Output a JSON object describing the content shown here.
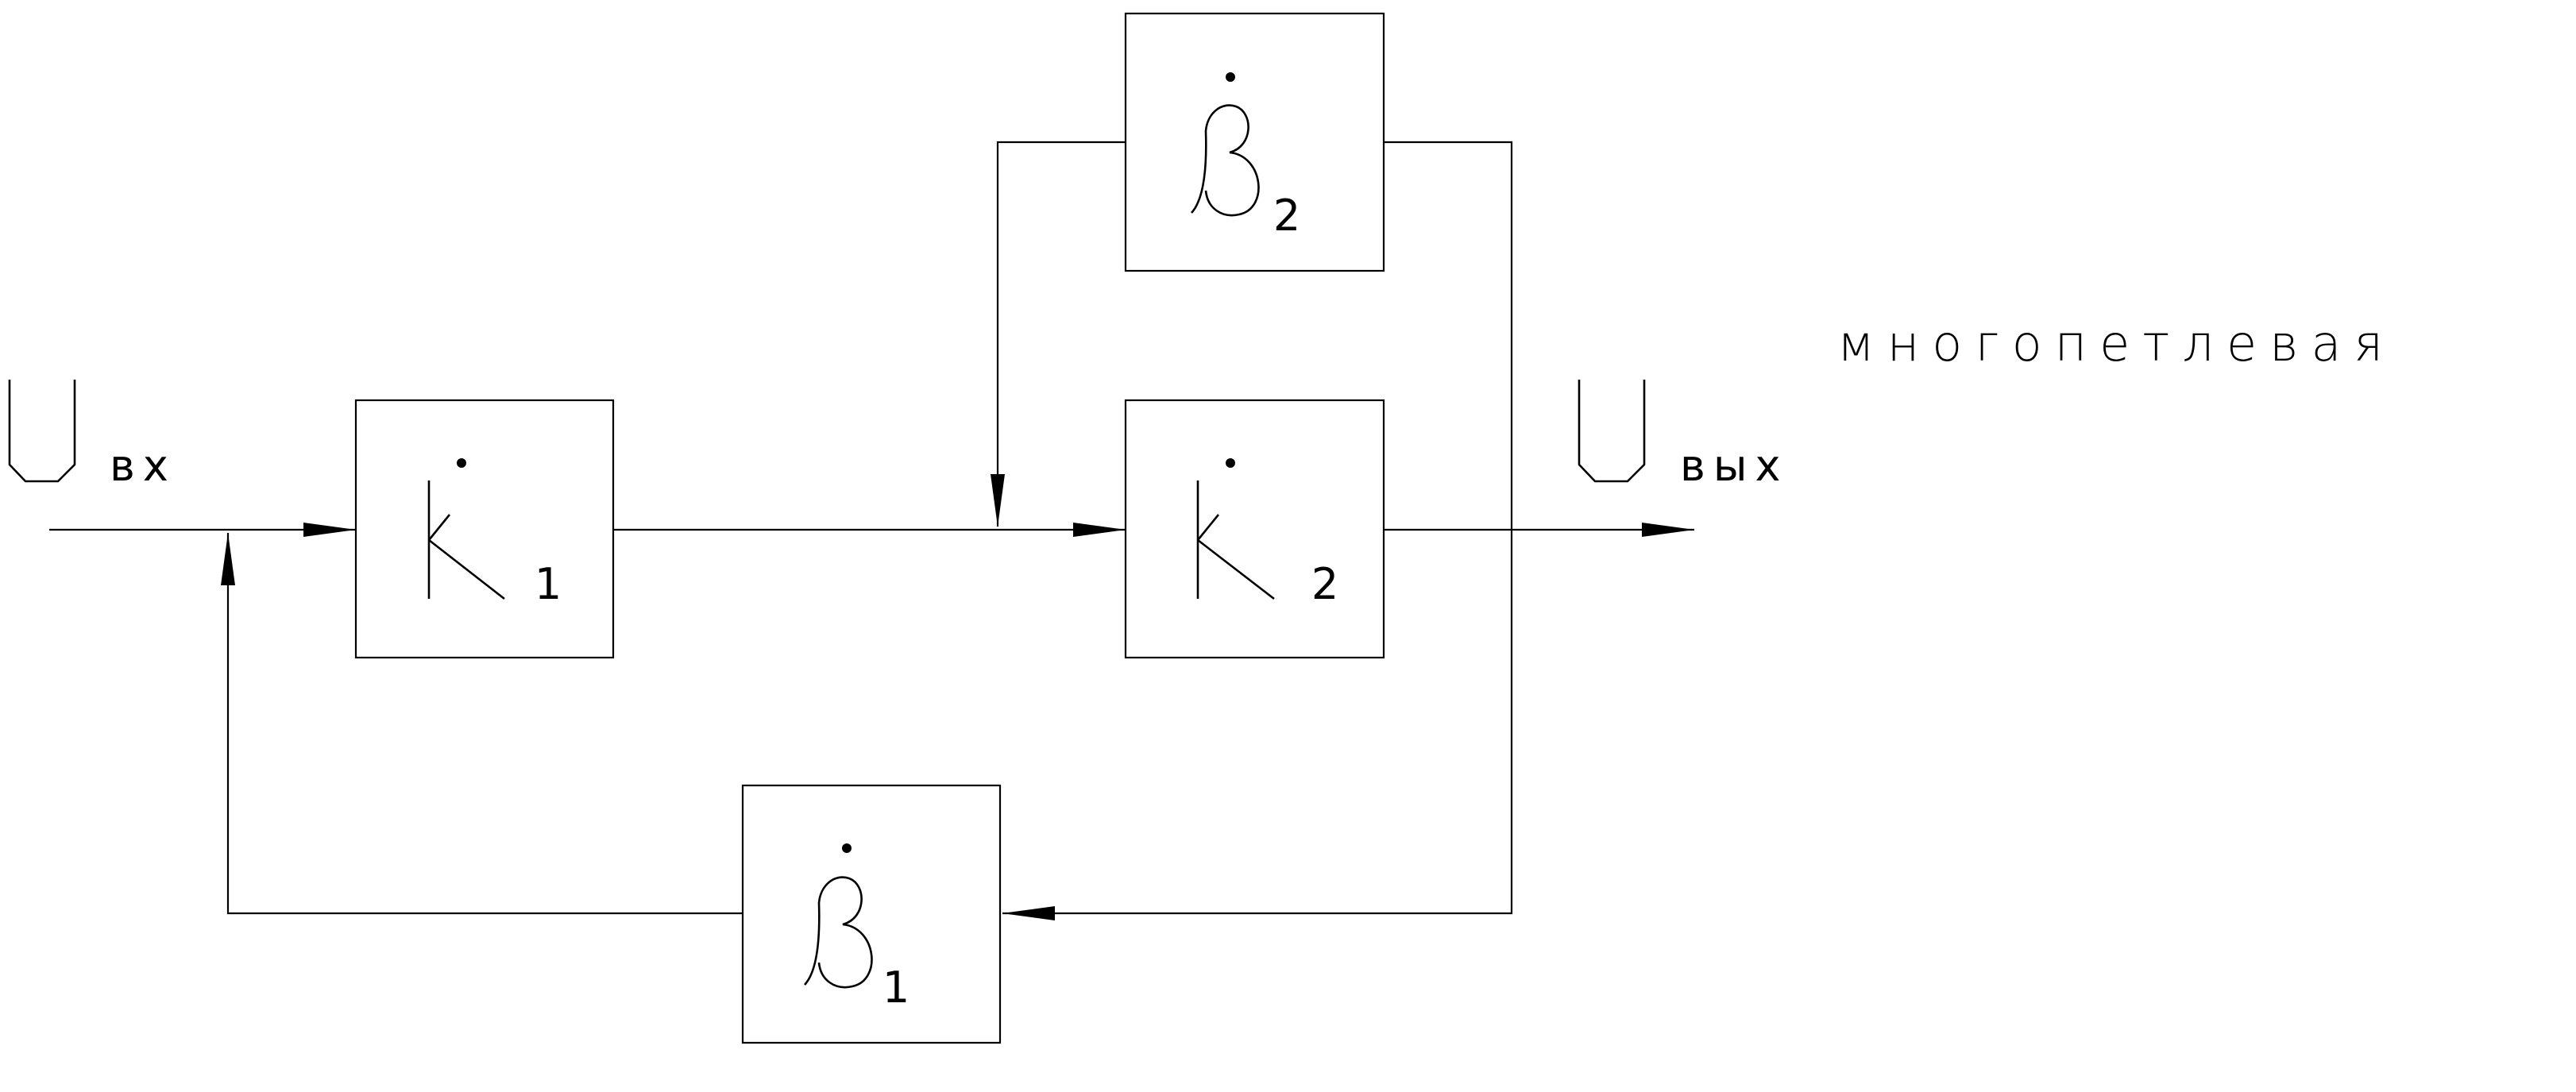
{
  "diagram": {
    "blocks": {
      "k1": {
        "symbol": "K",
        "subscript": "1"
      },
      "k2": {
        "symbol": "K",
        "subscript": "2"
      },
      "b1": {
        "symbol": "β",
        "subscript": "1"
      },
      "b2": {
        "symbol": "β",
        "subscript": "2"
      }
    },
    "input": {
      "symbol": "U",
      "subscript": "вх"
    },
    "output": {
      "symbol": "U",
      "subscript": "вых"
    },
    "caption": "многопетлевая"
  }
}
